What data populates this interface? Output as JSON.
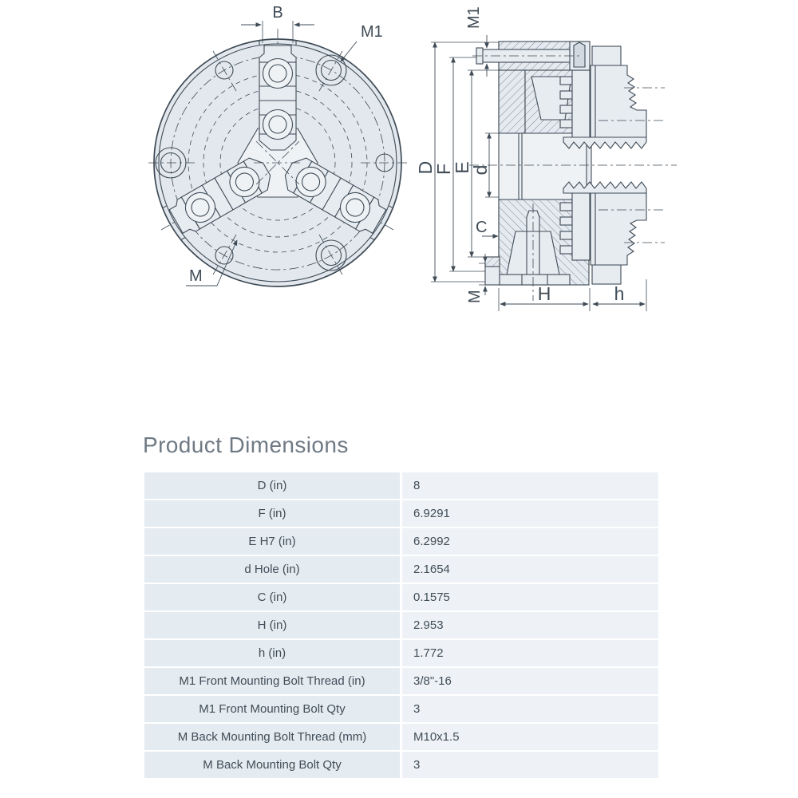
{
  "page": {
    "title": "Product Dimensions"
  },
  "drawing": {
    "front": {
      "b": "B",
      "m1": "M1",
      "m": "M"
    },
    "side": {
      "m1": "M1",
      "D": "D",
      "F": "F",
      "E": "E",
      "d": "d",
      "C": "C",
      "M": "M",
      "H": "H",
      "h": "h"
    }
  },
  "table": {
    "rows": [
      {
        "label": "D (in)",
        "value": "8"
      },
      {
        "label": "F (in)",
        "value": "6.9291"
      },
      {
        "label": "E H7 (in)",
        "value": "6.2992"
      },
      {
        "label": "d Hole (in)",
        "value": "2.1654"
      },
      {
        "label": "C (in)",
        "value": "0.1575"
      },
      {
        "label": "H (in)",
        "value": "2.953"
      },
      {
        "label": "h (in)",
        "value": "1.772"
      },
      {
        "label": "M1 Front Mounting Bolt Thread (in)",
        "value": "3/8\"-16"
      },
      {
        "label": "M1 Front Mounting Bolt Qty",
        "value": "3"
      },
      {
        "label": "M Back Mounting Bolt Thread (mm)",
        "value": "M10x1.5"
      },
      {
        "label": "M Back Mounting Bolt Qty",
        "value": "3"
      }
    ]
  },
  "colors": {
    "line": "#3f4b56",
    "body_fill": "#e2e8ee",
    "jaw_fill": "#e7ecf1",
    "bore_fill": "#eef2f5",
    "table_label_bg": "#e4ebf1",
    "table_value_bg": "#eef2f6",
    "title_text": "#6f7a84",
    "table_text": "#414d57"
  }
}
